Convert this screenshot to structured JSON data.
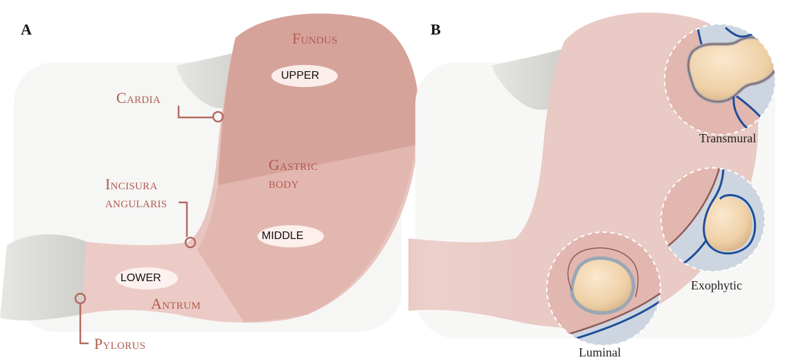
{
  "panel_a": {
    "letter": "A",
    "anatomy": {
      "fundus": "Fundus",
      "cardia": "Cardia",
      "gastric_body_line1": "Gastric",
      "gastric_body_line2": "body",
      "incisura_line1": "Incisura",
      "incisura_line2": "angularis",
      "antrum": "Antrum",
      "pylorus": "Pylorus"
    },
    "regions": {
      "upper": "UPPER",
      "middle": "MIDDLE",
      "lower": "LOWER"
    }
  },
  "panel_b": {
    "letter": "B",
    "growth_types": {
      "transmural": "Transmural",
      "exophytic": "Exophytic",
      "luminal": "Luminal"
    }
  },
  "colors": {
    "stomach_light": "#e8c5c0",
    "stomach_dark": "#d6a39b",
    "label": "#b05a4e",
    "wall_line": "#1f4e9a",
    "inset_bg": "#cdd6e0",
    "tumor": "#f2d6b0"
  }
}
